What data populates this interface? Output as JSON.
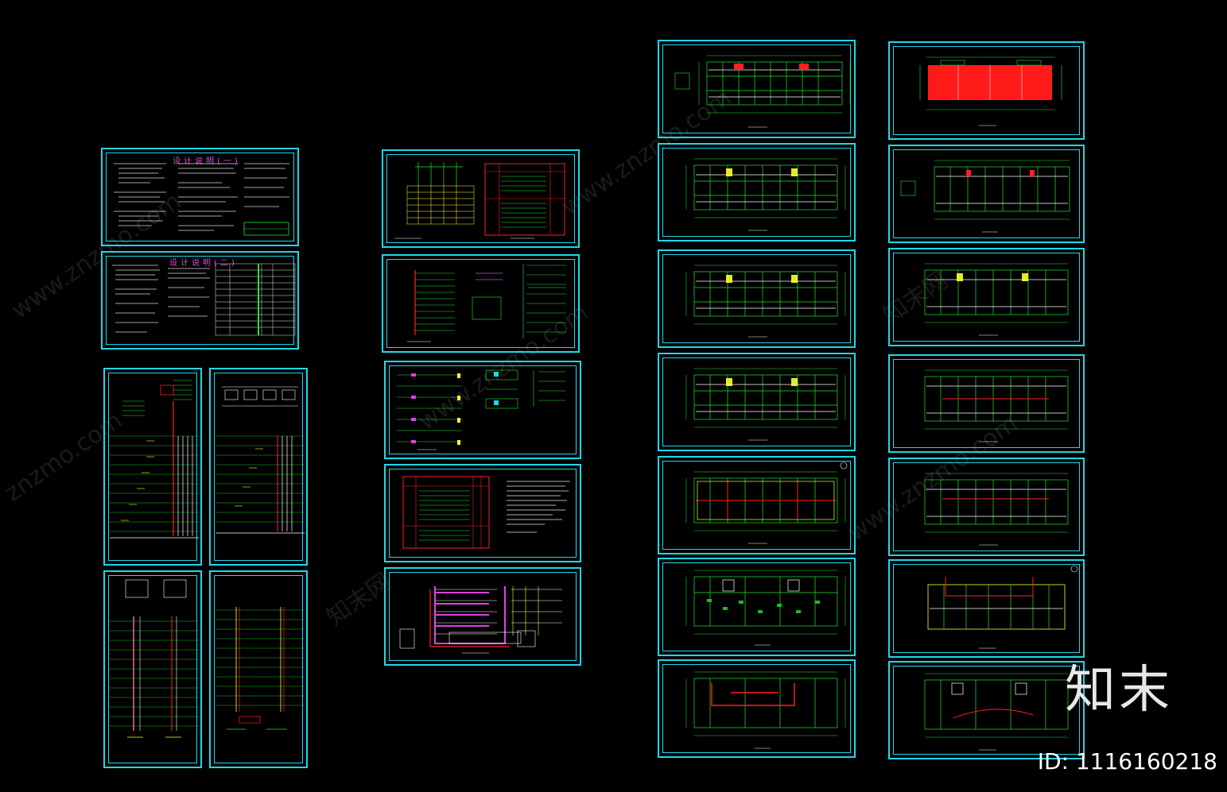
{
  "watermark": {
    "site_cn": "知末网",
    "site_url": "www.znzmo.com",
    "short_url": "znzmo.com"
  },
  "brand": {
    "logo_text": "知末",
    "id_label": "ID: 1116160218"
  },
  "sheets": {
    "design_notes_1_title": "设计说明(一)",
    "design_notes_2_title": "设计说明(二)"
  },
  "colors": {
    "background": "#000000",
    "frame": "#1fd8e8",
    "line_green": "#22e632",
    "line_red": "#ff2020",
    "line_yellow": "#ffff30",
    "line_magenta": "#e040e0",
    "fill_red": "#ff1a1a"
  }
}
